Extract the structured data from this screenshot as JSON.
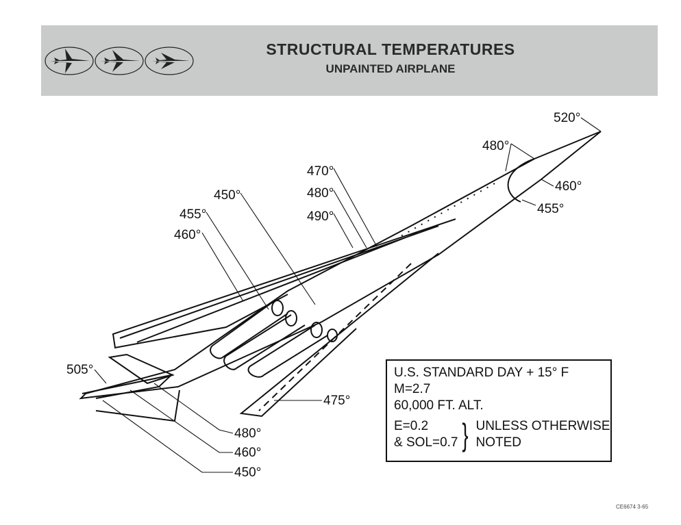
{
  "header": {
    "title": "STRUCTURAL TEMPERATURES",
    "subtitle": "UNPAINTED AIRPLANE",
    "logo_icons": [
      "airplane-wings-extended-icon",
      "airplane-wings-mid-icon",
      "airplane-wings-swept-icon"
    ]
  },
  "labels": [
    {
      "id": "nose-tip",
      "text": "520°"
    },
    {
      "id": "nose-upper",
      "text": "480°"
    },
    {
      "id": "nose-lower",
      "text": "460°"
    },
    {
      "id": "forward-fuselage-lower",
      "text": "455°"
    },
    {
      "id": "glove-1",
      "text": "470°"
    },
    {
      "id": "glove-2",
      "text": "480°"
    },
    {
      "id": "glove-3",
      "text": "490°"
    },
    {
      "id": "nacelle-1",
      "text": "450°"
    },
    {
      "id": "nacelle-2",
      "text": "455°"
    },
    {
      "id": "wing-upper",
      "text": "460°"
    },
    {
      "id": "tail-tip",
      "text": "505°"
    },
    {
      "id": "right-wing",
      "text": "475°"
    },
    {
      "id": "tail-1",
      "text": "480°"
    },
    {
      "id": "tail-2",
      "text": "460°"
    },
    {
      "id": "tail-3",
      "text": "450°"
    }
  ],
  "legend": {
    "line1": "U.S. STANDARD DAY + 15° F",
    "line2": "M=2.7",
    "line3": "60,000 FT. ALT.",
    "line4": "E=0.2",
    "line5": "& SOL=0.7",
    "brace": "}",
    "unless": "UNLESS OTHERWISE",
    "noted": "NOTED"
  },
  "footer": {
    "code": "CE6674   3-65"
  }
}
